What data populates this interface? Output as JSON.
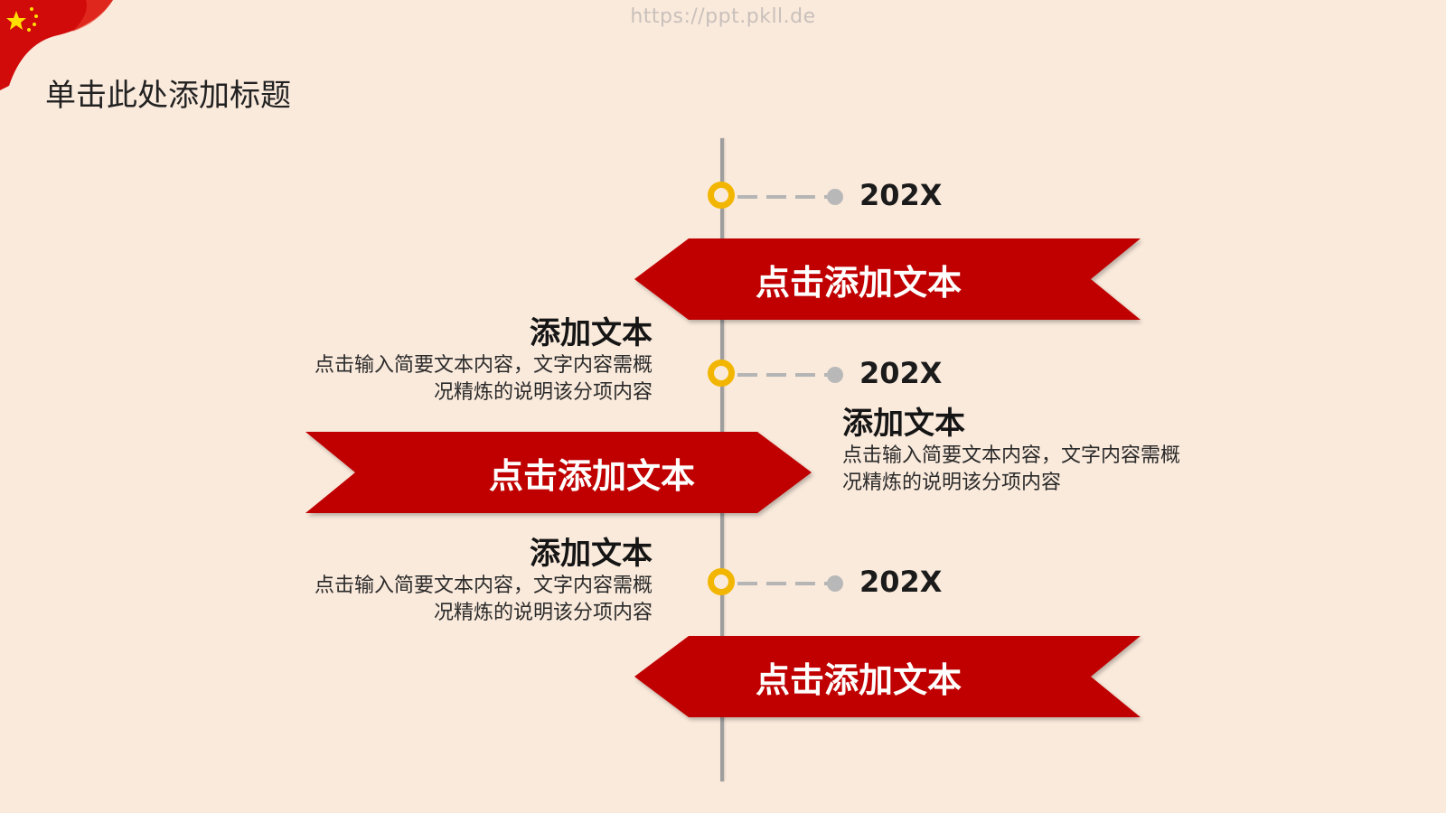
{
  "watermark": "https://ppt.pkll.de",
  "title": "单击此处添加标题",
  "timeline": [
    {
      "year": "202X",
      "banner": "点击添加文本"
    },
    {
      "year": "202X",
      "banner": "点击添加文本",
      "desc_left": {
        "heading": "添加文本",
        "line1": "点击输入简要文本内容，文字内容需概",
        "line2": "况精炼的说明该分项内容"
      },
      "desc_right": {
        "heading": "添加文本",
        "line1": "点击输入简要文本内容，文字内容需概",
        "line2": "况精炼的说明该分项内容"
      }
    },
    {
      "year": "202X",
      "banner": "点击添加文本",
      "desc_left": {
        "heading": "添加文本",
        "line1": "点击输入简要文本内容，文字内容需概",
        "line2": "况精炼的说明该分项内容"
      }
    }
  ],
  "colors": {
    "background": "#faeadc",
    "banner": "#c00000",
    "node": "#f2b600",
    "axis": "#9e9e9e"
  }
}
